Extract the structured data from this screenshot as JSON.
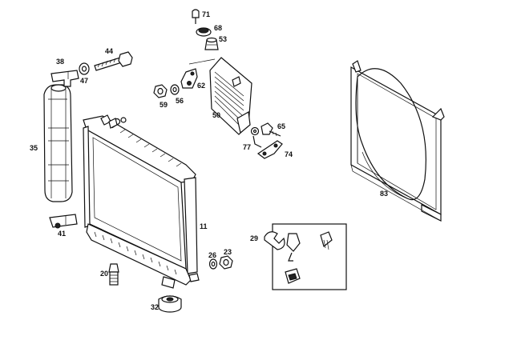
{
  "diagram": {
    "labels": {
      "p11": "11",
      "p20": "20",
      "p23": "23",
      "p26": "26",
      "p29": "29",
      "p32": "32",
      "p35": "35",
      "p38": "38",
      "p41": "41",
      "p44": "44",
      "p47": "47",
      "p50": "50",
      "p53": "53",
      "p56": "56",
      "p59": "59",
      "p62": "62",
      "p65": "65",
      "p68": "68",
      "p71": "71",
      "p74": "74",
      "p77": "77",
      "p83": "83"
    }
  }
}
